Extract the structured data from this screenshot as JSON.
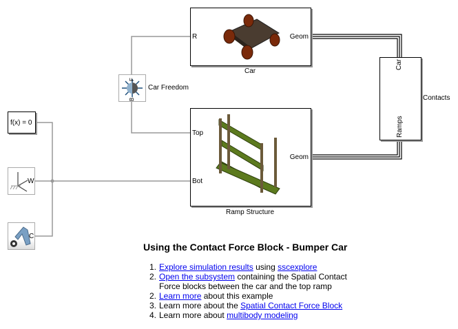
{
  "blocks": {
    "car": {
      "label": "Car",
      "ports": {
        "r": "R",
        "geom": "Geom"
      }
    },
    "ramp": {
      "label": "Ramp Structure",
      "ports": {
        "top": "Top",
        "bot": "Bot",
        "geom": "Geom"
      }
    },
    "contacts": {
      "label": "Contacts",
      "ports": {
        "car": "Car",
        "ramps": "Ramps"
      }
    },
    "car_freedom": {
      "label": "Car Freedom",
      "ports": {
        "f": "F",
        "b": "B"
      }
    },
    "solver": {
      "text": "f(x) = 0"
    },
    "world": {
      "port": "W"
    },
    "mech_config": {
      "port": "C"
    }
  },
  "annotation": {
    "title": "Using the Contact Force Block - Bumper Car",
    "items": [
      {
        "num": "1.",
        "link1": "Explore simulation results",
        "text1": " using ",
        "link2": "sscexplore",
        "text2": ""
      },
      {
        "num": "2.",
        "link1": "Open the subsystem",
        "text1": " containing the Spatial Contact Force blocks between the car and the top ramp"
      },
      {
        "num": "2.",
        "link1": "Learn more",
        "text1": " about this example"
      },
      {
        "num": "3.",
        "pre": "Learn more about the ",
        "link1": "Spatial Contact Force Block"
      },
      {
        "num": "4.",
        "pre": "Learn more about ",
        "link1": "multibody modeling"
      }
    ]
  }
}
